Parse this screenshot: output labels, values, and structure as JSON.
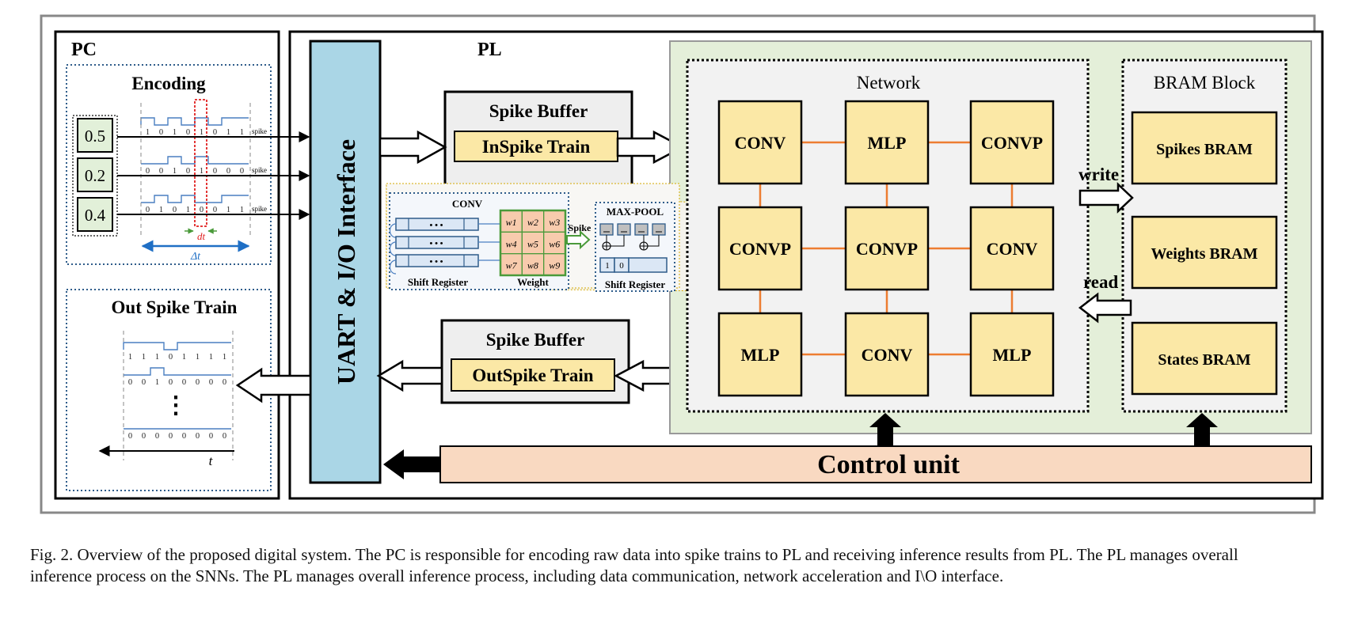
{
  "pc": {
    "title": "PC",
    "encoding": {
      "title": "Encoding",
      "inputs": [
        "0.5",
        "0.2",
        "0.4"
      ],
      "trains": [
        [
          "1",
          "0",
          "1",
          "0",
          "1",
          "0",
          "1",
          "1"
        ],
        [
          "0",
          "0",
          "1",
          "0",
          "1",
          "0",
          "0",
          "0"
        ],
        [
          "0",
          "1",
          "0",
          "1",
          "0",
          "0",
          "1",
          "1"
        ]
      ],
      "spike_label": "spike",
      "dt_label": "dt",
      "Dt_label": "Δt"
    },
    "out": {
      "title": "Out Spike Train",
      "trains": [
        [
          "1",
          "1",
          "1",
          "0",
          "1",
          "1",
          "1",
          "1"
        ],
        [
          "0",
          "0",
          "1",
          "0",
          "0",
          "0",
          "0",
          "0"
        ],
        [
          "0",
          "0",
          "0",
          "0",
          "0",
          "0",
          "0",
          "0"
        ]
      ],
      "ellipsis": "⋮",
      "t_label": "t"
    }
  },
  "pl": {
    "title": "PL",
    "interface": "UART & I/O Interface",
    "spike_buffer_top": {
      "title": "Spike Buffer",
      "inner": "InSpike Train"
    },
    "spike_buffer_bottom": {
      "title": "Spike Buffer",
      "inner": "OutSpike Train"
    },
    "zoom": {
      "conv_label": "CONV",
      "dots": "• • •",
      "shift_register": "Shift Register",
      "weight": "Weight",
      "weights": [
        "w1",
        "w2",
        "w3",
        "w4",
        "w5",
        "w6",
        "w7",
        "w8",
        "w9"
      ],
      "spike": "Spike",
      "maxpool": "MAX-POOL",
      "reg_bits": [
        "1",
        "0"
      ],
      "shift_register2": "Shift Register"
    },
    "network": {
      "title": "Network",
      "grid": [
        [
          "CONV",
          "MLP",
          "CONVP"
        ],
        [
          "CONVP",
          "CONVP",
          "CONV"
        ],
        [
          "MLP",
          "CONV",
          "MLP"
        ]
      ]
    },
    "bram": {
      "title": "BRAM Block",
      "blocks": [
        "Spikes BRAM",
        "Weights BRAM",
        "States BRAM"
      ],
      "write": "write",
      "read": "read"
    },
    "control": "Control unit"
  },
  "caption": "Fig. 2.  Overview of the proposed digital system. The PC is responsible for encoding raw data into spike trains to PL and receiving inference results from PL. The PL manages overall inference process on the SNNs. The PL manages overall inference process, including data communication, network acceleration and I\\O interface.",
  "colors": {
    "yellow": "#fbe8a6",
    "green_bg": "#e4efd9",
    "blue_iface": "#a9d6e5",
    "peach": "#f9d9c1",
    "gray_buf": "#eeeeee",
    "orange_line": "#ed7d31",
    "blue_signal": "#4a7fc1"
  }
}
